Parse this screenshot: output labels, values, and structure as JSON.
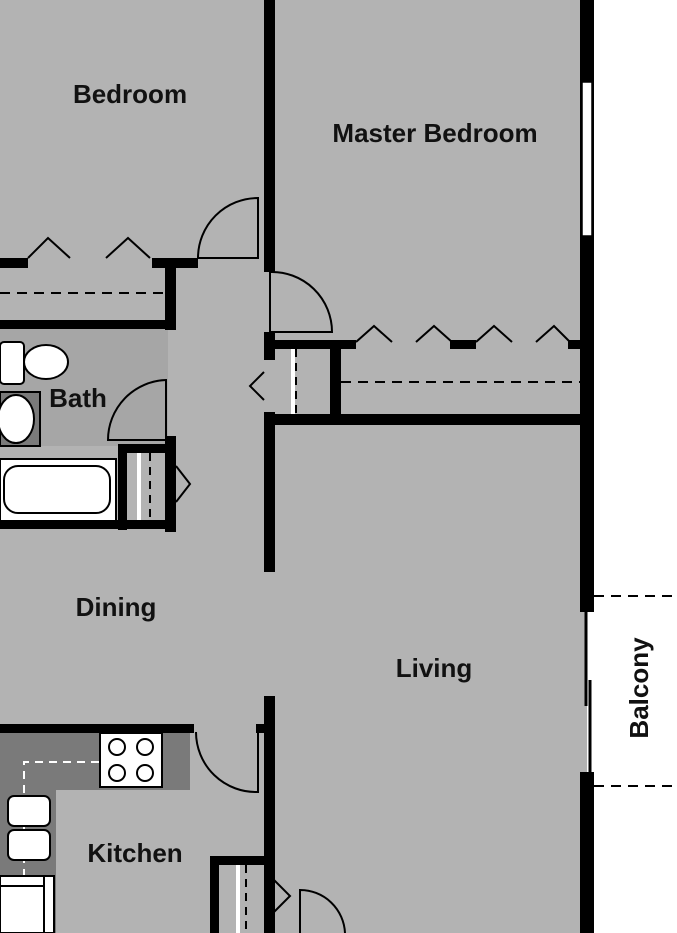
{
  "rooms": {
    "bedroom": "Bedroom",
    "master_bedroom": "Master Bedroom",
    "bath": "Bath",
    "dining": "Dining",
    "living": "Living",
    "kitchen": "Kitchen",
    "balcony": "Balcony"
  },
  "colors": {
    "floor": "#b3b3b3",
    "bath_floor": "#a6a6a6",
    "counter": "#7a7a7a",
    "wall": "#000000",
    "fixture": "#ffffff",
    "exterior": "#ffffff"
  }
}
